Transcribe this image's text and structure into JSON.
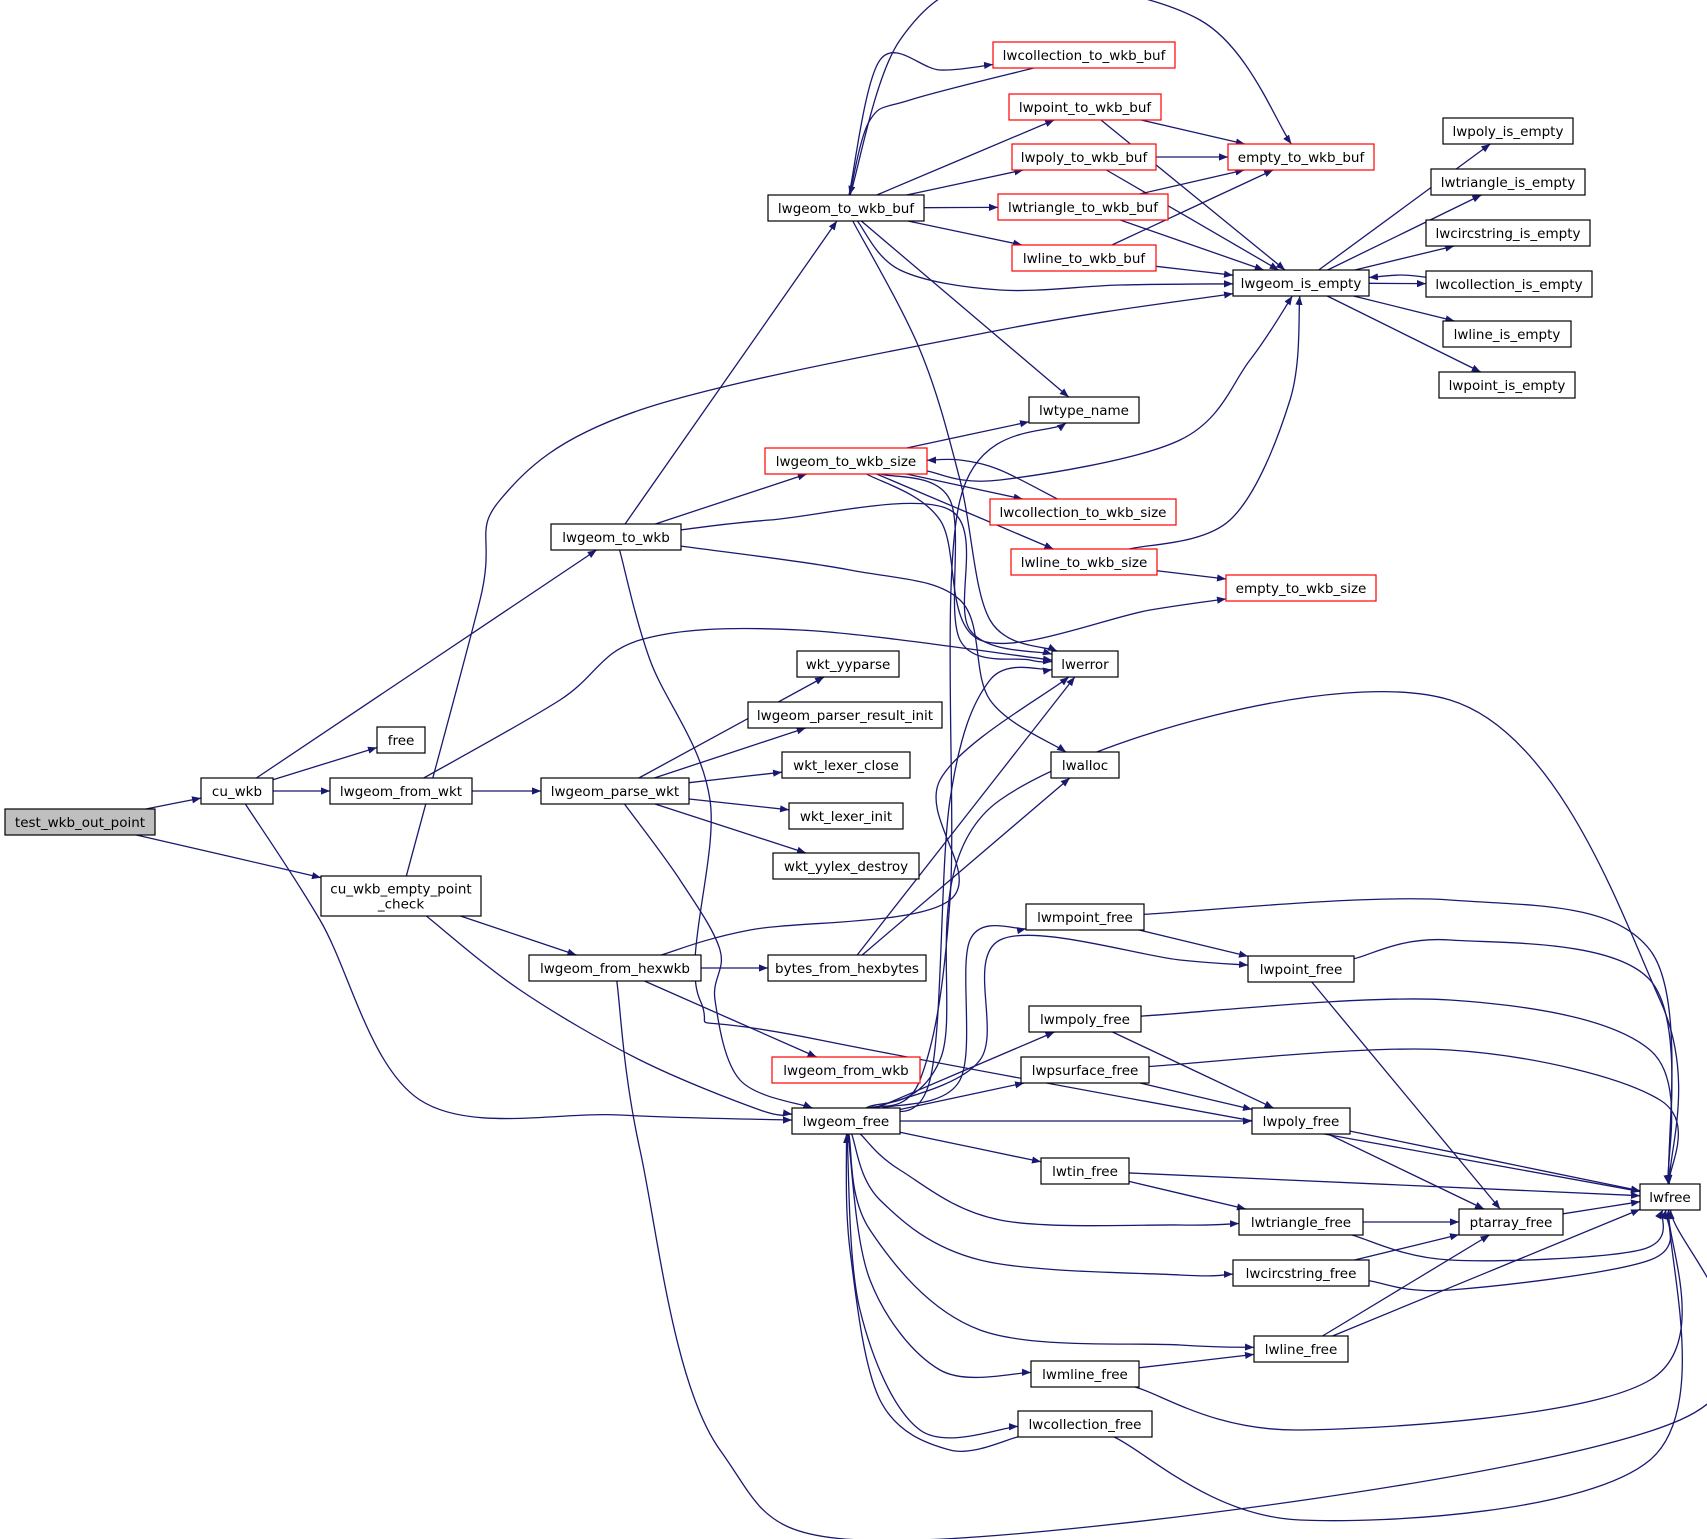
{
  "nodes": [
    {
      "id": "test_wkb_out_point",
      "label": "test_wkb_out_point",
      "style": "root"
    },
    {
      "id": "cu_wkb",
      "label": "cu_wkb",
      "style": "normal"
    },
    {
      "id": "cu_wkb_empty_point_check",
      "label": "cu_wkb_empty_point\n_check",
      "style": "normal"
    },
    {
      "id": "free",
      "label": "free",
      "style": "normal"
    },
    {
      "id": "lwgeom_from_wkt",
      "label": "lwgeom_from_wkt",
      "style": "normal"
    },
    {
      "id": "lwgeom_parse_wkt",
      "label": "lwgeom_parse_wkt",
      "style": "normal"
    },
    {
      "id": "lwgeom_to_wkb",
      "label": "lwgeom_to_wkb",
      "style": "normal"
    },
    {
      "id": "lwgeom_from_hexwkb",
      "label": "lwgeom_from_hexwkb",
      "style": "normal"
    },
    {
      "id": "lwgeom_to_wkb_buf",
      "label": "lwgeom_to_wkb_buf",
      "style": "normal"
    },
    {
      "id": "lwgeom_to_wkb_size",
      "label": "lwgeom_to_wkb_size",
      "style": "linked"
    },
    {
      "id": "wkt_yyparse",
      "label": "wkt_yyparse",
      "style": "normal"
    },
    {
      "id": "lwgeom_parser_result_init",
      "label": "lwgeom_parser_result_init",
      "style": "normal"
    },
    {
      "id": "wkt_lexer_close",
      "label": "wkt_lexer_close",
      "style": "normal"
    },
    {
      "id": "wkt_lexer_init",
      "label": "wkt_lexer_init",
      "style": "normal"
    },
    {
      "id": "wkt_yylex_destroy",
      "label": "wkt_yylex_destroy",
      "style": "normal"
    },
    {
      "id": "bytes_from_hexbytes",
      "label": "bytes_from_hexbytes",
      "style": "normal"
    },
    {
      "id": "lwgeom_from_wkb",
      "label": "lwgeom_from_wkb",
      "style": "linked"
    },
    {
      "id": "lwgeom_free",
      "label": "lwgeom_free",
      "style": "normal"
    },
    {
      "id": "lwcollection_to_wkb_buf",
      "label": "lwcollection_to_wkb_buf",
      "style": "linked"
    },
    {
      "id": "lwpoint_to_wkb_buf",
      "label": "lwpoint_to_wkb_buf",
      "style": "linked"
    },
    {
      "id": "lwpoly_to_wkb_buf",
      "label": "lwpoly_to_wkb_buf",
      "style": "linked"
    },
    {
      "id": "lwtriangle_to_wkb_buf",
      "label": "lwtriangle_to_wkb_buf",
      "style": "linked"
    },
    {
      "id": "lwline_to_wkb_buf",
      "label": "lwline_to_wkb_buf",
      "style": "linked"
    },
    {
      "id": "lwtype_name",
      "label": "lwtype_name",
      "style": "normal"
    },
    {
      "id": "lwcollection_to_wkb_size",
      "label": "lwcollection_to_wkb_size",
      "style": "linked"
    },
    {
      "id": "lwline_to_wkb_size",
      "label": "lwline_to_wkb_size",
      "style": "linked"
    },
    {
      "id": "lwerror",
      "label": "lwerror",
      "style": "normal"
    },
    {
      "id": "lwalloc",
      "label": "lwalloc",
      "style": "normal"
    },
    {
      "id": "lwmpoint_free",
      "label": "lwmpoint_free",
      "style": "normal"
    },
    {
      "id": "lwmpoly_free",
      "label": "lwmpoly_free",
      "style": "normal"
    },
    {
      "id": "lwpsurface_free",
      "label": "lwpsurface_free",
      "style": "normal"
    },
    {
      "id": "lwtin_free",
      "label": "lwtin_free",
      "style": "normal"
    },
    {
      "id": "lwmline_free",
      "label": "lwmline_free",
      "style": "normal"
    },
    {
      "id": "lwcollection_free",
      "label": "lwcollection_free",
      "style": "normal"
    },
    {
      "id": "empty_to_wkb_buf",
      "label": "empty_to_wkb_buf",
      "style": "linked"
    },
    {
      "id": "lwgeom_is_empty",
      "label": "lwgeom_is_empty",
      "style": "normal"
    },
    {
      "id": "empty_to_wkb_size",
      "label": "empty_to_wkb_size",
      "style": "linked"
    },
    {
      "id": "lwpoint_free",
      "label": "lwpoint_free",
      "style": "normal"
    },
    {
      "id": "lwpoly_free",
      "label": "lwpoly_free",
      "style": "normal"
    },
    {
      "id": "lwtriangle_free",
      "label": "lwtriangle_free",
      "style": "normal"
    },
    {
      "id": "lwcircstring_free",
      "label": "lwcircstring_free",
      "style": "normal"
    },
    {
      "id": "lwline_free",
      "label": "lwline_free",
      "style": "normal"
    },
    {
      "id": "lwpoly_is_empty",
      "label": "lwpoly_is_empty",
      "style": "normal"
    },
    {
      "id": "lwtriangle_is_empty",
      "label": "lwtriangle_is_empty",
      "style": "normal"
    },
    {
      "id": "lwcircstring_is_empty",
      "label": "lwcircstring_is_empty",
      "style": "normal"
    },
    {
      "id": "lwcollection_is_empty",
      "label": "lwcollection_is_empty",
      "style": "normal"
    },
    {
      "id": "lwline_is_empty",
      "label": "lwline_is_empty",
      "style": "normal"
    },
    {
      "id": "lwpoint_is_empty",
      "label": "lwpoint_is_empty",
      "style": "normal"
    },
    {
      "id": "ptarray_free",
      "label": "ptarray_free",
      "style": "normal"
    },
    {
      "id": "lwfree",
      "label": "lwfree",
      "style": "normal"
    }
  ],
  "edges": [
    [
      "test_wkb_out_point",
      "cu_wkb"
    ],
    [
      "test_wkb_out_point",
      "cu_wkb_empty_point_check"
    ],
    [
      "cu_wkb",
      "lwgeom_to_wkb"
    ],
    [
      "cu_wkb",
      "free"
    ],
    [
      "cu_wkb",
      "lwgeom_from_wkt"
    ],
    [
      "cu_wkb",
      "lwgeom_free"
    ],
    [
      "cu_wkb_empty_point_check",
      "lwgeom_is_empty"
    ],
    [
      "cu_wkb_empty_point_check",
      "lwgeom_from_hexwkb"
    ],
    [
      "cu_wkb_empty_point_check",
      "lwgeom_free"
    ],
    [
      "lwgeom_from_wkt",
      "lwerror"
    ],
    [
      "lwgeom_from_wkt",
      "lwgeom_parse_wkt"
    ],
    [
      "lwgeom_parse_wkt",
      "wkt_yyparse"
    ],
    [
      "lwgeom_parse_wkt",
      "lwgeom_parser_result_init"
    ],
    [
      "lwgeom_parse_wkt",
      "wkt_lexer_close"
    ],
    [
      "lwgeom_parse_wkt",
      "wkt_lexer_init"
    ],
    [
      "lwgeom_parse_wkt",
      "wkt_yylex_destroy"
    ],
    [
      "lwgeom_parse_wkt",
      "lwgeom_free"
    ],
    [
      "lwgeom_to_wkb",
      "lwgeom_to_wkb_buf"
    ],
    [
      "lwgeom_to_wkb",
      "lwgeom_to_wkb_size"
    ],
    [
      "lwgeom_to_wkb",
      "lwerror"
    ],
    [
      "lwgeom_to_wkb",
      "lwalloc"
    ],
    [
      "lwgeom_to_wkb",
      "lwfree"
    ],
    [
      "lwgeom_from_hexwkb",
      "lwerror"
    ],
    [
      "lwgeom_from_hexwkb",
      "bytes_from_hexbytes"
    ],
    [
      "lwgeom_from_hexwkb",
      "lwgeom_from_wkb"
    ],
    [
      "lwgeom_from_hexwkb",
      "lwfree"
    ],
    [
      "bytes_from_hexbytes",
      "lwerror"
    ],
    [
      "bytes_from_hexbytes",
      "lwalloc"
    ],
    [
      "lwgeom_to_wkb_buf",
      "lwcollection_to_wkb_buf"
    ],
    [
      "lwgeom_to_wkb_buf",
      "lwpoint_to_wkb_buf"
    ],
    [
      "lwgeom_to_wkb_buf",
      "lwpoly_to_wkb_buf"
    ],
    [
      "lwgeom_to_wkb_buf",
      "lwtriangle_to_wkb_buf"
    ],
    [
      "lwgeom_to_wkb_buf",
      "lwline_to_wkb_buf"
    ],
    [
      "lwgeom_to_wkb_buf",
      "empty_to_wkb_buf"
    ],
    [
      "lwgeom_to_wkb_buf",
      "lwgeom_is_empty"
    ],
    [
      "lwgeom_to_wkb_buf",
      "lwtype_name"
    ],
    [
      "lwgeom_to_wkb_buf",
      "lwerror"
    ],
    [
      "lwcollection_to_wkb_buf",
      "lwgeom_to_wkb_buf"
    ],
    [
      "lwpoint_to_wkb_buf",
      "empty_to_wkb_buf"
    ],
    [
      "lwpoint_to_wkb_buf",
      "lwgeom_is_empty"
    ],
    [
      "lwpoly_to_wkb_buf",
      "empty_to_wkb_buf"
    ],
    [
      "lwpoly_to_wkb_buf",
      "lwgeom_is_empty"
    ],
    [
      "lwtriangle_to_wkb_buf",
      "empty_to_wkb_buf"
    ],
    [
      "lwtriangle_to_wkb_buf",
      "lwgeom_is_empty"
    ],
    [
      "lwline_to_wkb_buf",
      "empty_to_wkb_buf"
    ],
    [
      "lwline_to_wkb_buf",
      "lwgeom_is_empty"
    ],
    [
      "lwgeom_to_wkb_size",
      "lwtype_name"
    ],
    [
      "lwgeom_to_wkb_size",
      "lwgeom_is_empty"
    ],
    [
      "lwgeom_to_wkb_size",
      "lwcollection_to_wkb_size"
    ],
    [
      "lwgeom_to_wkb_size",
      "lwline_to_wkb_size"
    ],
    [
      "lwgeom_to_wkb_size",
      "empty_to_wkb_size"
    ],
    [
      "lwgeom_to_wkb_size",
      "lwerror"
    ],
    [
      "lwcollection_to_wkb_size",
      "lwgeom_to_wkb_size"
    ],
    [
      "lwline_to_wkb_size",
      "empty_to_wkb_size"
    ],
    [
      "lwline_to_wkb_size",
      "lwgeom_is_empty"
    ],
    [
      "lwgeom_is_empty",
      "lwpoly_is_empty"
    ],
    [
      "lwgeom_is_empty",
      "lwtriangle_is_empty"
    ],
    [
      "lwgeom_is_empty",
      "lwcircstring_is_empty"
    ],
    [
      "lwgeom_is_empty",
      "lwcollection_is_empty"
    ],
    [
      "lwgeom_is_empty",
      "lwline_is_empty"
    ],
    [
      "lwgeom_is_empty",
      "lwpoint_is_empty"
    ],
    [
      "lwcollection_is_empty",
      "lwgeom_is_empty"
    ],
    [
      "lwgeom_free",
      "lwtype_name"
    ],
    [
      "lwgeom_free",
      "lwerror"
    ],
    [
      "lwgeom_free",
      "lwmpoint_free"
    ],
    [
      "lwgeom_free",
      "lwpoint_free"
    ],
    [
      "lwgeom_free",
      "lwmpoly_free"
    ],
    [
      "lwgeom_free",
      "lwpsurface_free"
    ],
    [
      "lwgeom_free",
      "lwpoly_free"
    ],
    [
      "lwgeom_free",
      "lwtin_free"
    ],
    [
      "lwgeom_free",
      "lwtriangle_free"
    ],
    [
      "lwgeom_free",
      "lwcircstring_free"
    ],
    [
      "lwgeom_free",
      "lwline_free"
    ],
    [
      "lwgeom_free",
      "lwmline_free"
    ],
    [
      "lwgeom_free",
      "lwcollection_free"
    ],
    [
      "lwgeom_free",
      "lwfree"
    ],
    [
      "lwcollection_free",
      "lwgeom_free"
    ],
    [
      "lwcollection_free",
      "lwfree"
    ],
    [
      "lwmpoint_free",
      "lwpoint_free"
    ],
    [
      "lwmpoint_free",
      "lwfree"
    ],
    [
      "lwmpoly_free",
      "lwpoly_free"
    ],
    [
      "lwmpoly_free",
      "lwfree"
    ],
    [
      "lwpsurface_free",
      "lwpoly_free"
    ],
    [
      "lwpsurface_free",
      "lwfree"
    ],
    [
      "lwtin_free",
      "lwtriangle_free"
    ],
    [
      "lwtin_free",
      "lwfree"
    ],
    [
      "lwmline_free",
      "lwline_free"
    ],
    [
      "lwmline_free",
      "lwfree"
    ],
    [
      "lwpoint_free",
      "ptarray_free"
    ],
    [
      "lwpoint_free",
      "lwfree"
    ],
    [
      "lwpoly_free",
      "ptarray_free"
    ],
    [
      "lwpoly_free",
      "lwfree"
    ],
    [
      "lwtriangle_free",
      "ptarray_free"
    ],
    [
      "lwtriangle_free",
      "lwfree"
    ],
    [
      "lwcircstring_free",
      "ptarray_free"
    ],
    [
      "lwcircstring_free",
      "lwfree"
    ],
    [
      "lwline_free",
      "ptarray_free"
    ],
    [
      "lwline_free",
      "lwfree"
    ],
    [
      "ptarray_free",
      "lwfree"
    ]
  ]
}
